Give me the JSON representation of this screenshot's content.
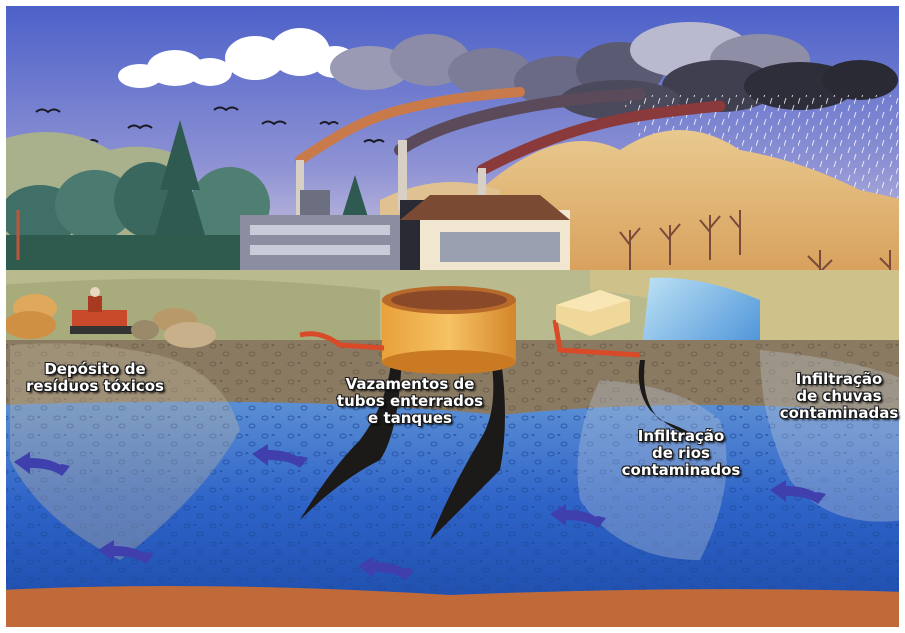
{
  "labels": {
    "toxic_deposit": [
      "Depósito de",
      "resíduos tóxicos"
    ],
    "buried_pipes": [
      "Vazamentos de",
      "tubos enterrados",
      "e tanques"
    ],
    "river_infiltration": [
      "Infiltração",
      "de rios",
      "contaminados"
    ],
    "rain_infiltration": [
      "Infiltração",
      "de chuvas",
      "contaminadas"
    ]
  },
  "colors": {
    "sky_top": "#5a6ed0",
    "sky_bottom": "#c9c7e6",
    "groundwater": "#2e63c8",
    "soil": "#8a7a62",
    "pollution_plume": "#1c1a18",
    "flow_arrow": "#3f3fae",
    "bedrock": "#c06a3a"
  },
  "icons": [
    "bird-icon",
    "tractor-icon",
    "factory-icon",
    "tank-icon",
    "flow-arrow-icon",
    "rain-icon"
  ]
}
